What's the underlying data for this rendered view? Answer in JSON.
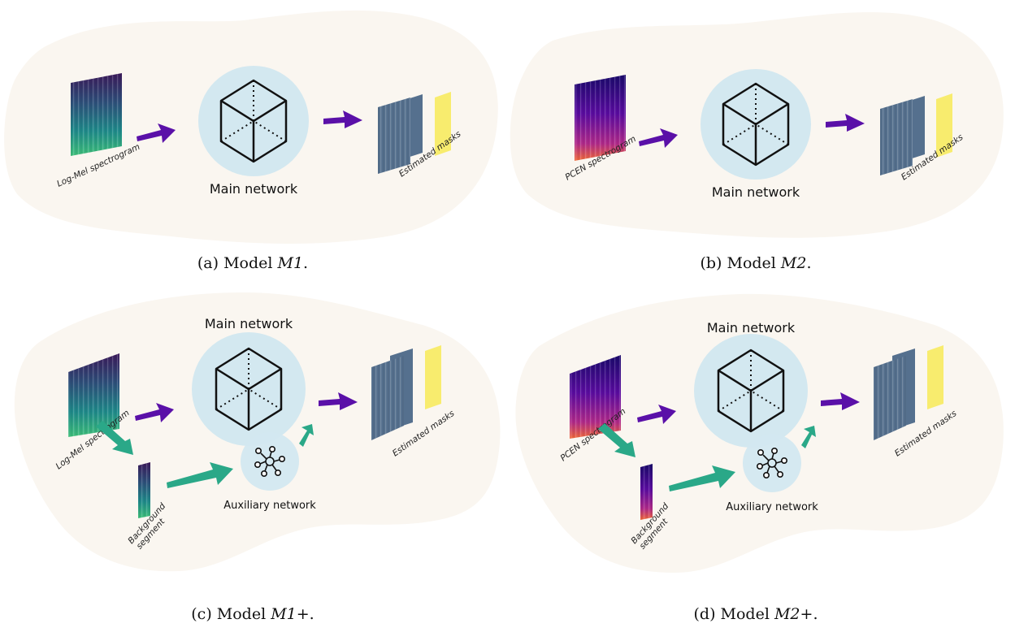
{
  "colors": {
    "blob": "#faf6f0",
    "circle": "#d3e8f0",
    "arrow_main": "#5a10a8",
    "arrow_aux": "#2aa888",
    "mask_blue": "#55708e",
    "mask_yellow": "#f8ec6e"
  },
  "icons": {
    "main_network": "cube-icon",
    "auxiliary_network": "network-graph-icon"
  },
  "panels": [
    {
      "id": "a",
      "caption_prefix": "(a) Model ",
      "model": "M1",
      "caption_suffix": ".",
      "input_label": "Log-Mel spectrogram",
      "network_label": "Main network",
      "output_label": "Estimated masks"
    },
    {
      "id": "b",
      "caption_prefix": "(b) Model ",
      "model": "M2",
      "caption_suffix": ".",
      "input_label": "PCEN spectrogram",
      "network_label": "Main network",
      "output_label": "Estimated masks"
    },
    {
      "id": "c",
      "caption_prefix": "(c) Model ",
      "model": "M1+",
      "caption_suffix": ".",
      "input_label": "Log-Mel spectrogram",
      "network_label": "Main network",
      "output_label": "Estimated masks",
      "aux_label": "Auxiliary network",
      "segment_label_line1": "Background",
      "segment_label_line2": "segment"
    },
    {
      "id": "d",
      "caption_prefix": "(d) Model ",
      "model": "M2+",
      "caption_suffix": ".",
      "input_label": "PCEN spectrogram",
      "network_label": "Main network",
      "output_label": "Estimated masks",
      "aux_label": "Auxiliary network",
      "segment_label_line1": "Background",
      "segment_label_line2": "segment"
    }
  ]
}
